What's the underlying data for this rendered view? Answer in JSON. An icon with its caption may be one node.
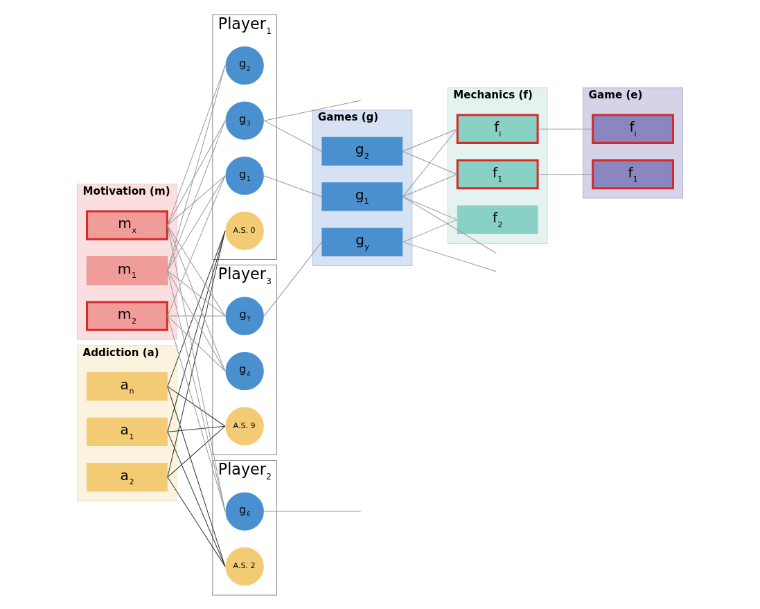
{
  "diagram": {
    "nodes": [
      {
        "text": [
          "Addiction (a)"
        ]
      },
      {
        "text": [
          "a$_{1}$"
        ],
        "in": 0
      },
      {
        "text": [
          "a$_{2}$"
        ],
        "in": 0
      },
      {
        "text": [
          "a$_{n}$"
        ],
        "in": 0
      },
      {
        "text": [
          "Motivation (m)"
        ]
      },
      {
        "text": [
          "m$_{1}$"
        ],
        "in": 4
      },
      {
        "text": [
          "m$_{2}$"
        ],
        "in": 4
      },
      {
        "text": [
          "m$_{x}$"
        ],
        "in": 4
      },
      {
        "text": [
          "Player$_{1}$"
        ]
      },
      {
        "text": [
          "A.S. 0"
        ],
        "in": 8
      },
      {
        "text": [
          "g$_{1}$"
        ],
        "in": 8
      },
      {
        "text": [
          "g$_{2}$"
        ],
        "in": 8
      },
      {
        "text": [
          "g$_{3}$"
        ],
        "in": 8
      },
      {
        "text": [
          "Player$_{2}$"
        ]
      },
      {
        "text": [
          "A.S. 2"
        ],
        "in": 13
      },
      {
        "text": [
          "g$_{6}$"
        ],
        "in": 13
      },
      {
        "text": [
          "Player$_{3}$"
        ]
      },
      {
        "text": [
          "A.S. 9"
        ],
        "in": 16
      },
      {
        "text": [
          "g$_{4}$"
        ],
        "in": 16
      },
      {
        "text": [
          "g$_{Y}$"
        ],
        "in": 16
      },
      {
        "text": [
          "Games (g)"
        ]
      },
      {
        "text": [
          "g$_{1}$"
        ],
        "in": 20
      },
      {
        "text": [
          "g$_{2}$"
        ],
        "in": 20
      },
      {
        "text": [
          "g$_{y}$"
        ],
        "in": 20
      },
      {
        "text": [
          "Mechanics (f)"
        ]
      },
      {
        "text": [
          "f$_{1}$"
        ],
        "in": 24
      },
      {
        "text": [
          "f$_{2}$"
        ],
        "in": 24
      },
      {
        "text": [
          "f$_{i}$"
        ],
        "in": 24
      },
      {
        "text": [
          "Game (e)"
        ]
      },
      {
        "text": [
          "f$_{1}$"
        ],
        "in": 28
      },
      {
        "text": [
          "f$_{i}$"
        ],
        "in": 28
      }
    ],
    "edges": [
      {
        "from": 1,
        "to": 9,
        "arrow": "none",
        "color": "#333333"
      },
      {
        "from": 1,
        "to": 14,
        "arrow": "none",
        "color": "#333333"
      },
      {
        "from": 1,
        "to": 17,
        "arrow": "none",
        "color": "#333333"
      },
      {
        "from": 2,
        "to": 9,
        "arrow": "none",
        "color": "#333333"
      },
      {
        "from": 2,
        "to": 14,
        "arrow": "none",
        "color": "#333333"
      },
      {
        "from": 2,
        "to": 17,
        "arrow": "none",
        "color": "#333333"
      },
      {
        "from": 3,
        "to": 9,
        "arrow": "none",
        "color": "#333333"
      },
      {
        "from": 3,
        "to": 14,
        "arrow": "none",
        "color": "#333333"
      },
      {
        "from": 3,
        "to": 17,
        "arrow": "none",
        "color": "#333333"
      },
      {
        "from": 5,
        "to": 10,
        "arrow": "none"
      },
      {
        "from": 5,
        "to": 11,
        "arrow": "none"
      },
      {
        "from": 5,
        "to": 12,
        "arrow": "none"
      },
      {
        "from": 5,
        "to": 15,
        "arrow": "none"
      },
      {
        "from": 5,
        "to": 18,
        "arrow": "none"
      },
      {
        "from": 5,
        "to": 19,
        "arrow": "none"
      },
      {
        "from": 6,
        "to": 10,
        "arrow": "none"
      },
      {
        "from": 6,
        "to": 15,
        "arrow": "none"
      },
      {
        "from": 6,
        "to": 18,
        "arrow": "none"
      },
      {
        "from": 6,
        "to": 19,
        "arrow": "none"
      },
      {
        "from": 7,
        "to": 10,
        "arrow": "none"
      },
      {
        "from": 7,
        "to": 11,
        "arrow": "none"
      },
      {
        "from": 7,
        "to": 12,
        "arrow": "none"
      },
      {
        "from": 7,
        "to": 15,
        "arrow": "none"
      },
      {
        "from": 7,
        "to": 18,
        "arrow": "none"
      },
      {
        "from": 7,
        "to": 19,
        "arrow": "none"
      },
      {
        "from": 10,
        "to": 21,
        "arrow": "none"
      },
      {
        "from": 12,
        "to": 22,
        "arrow": "none"
      },
      {
        "from": 12,
        "to": null,
        "arrow": "none"
      },
      {
        "from": 15,
        "to": null,
        "arrow": "none"
      },
      {
        "from": 19,
        "to": 23,
        "arrow": "none"
      },
      {
        "from": 21,
        "to": 25,
        "arrow": "none"
      },
      {
        "from": 21,
        "to": 26,
        "arrow": "none"
      },
      {
        "from": 21,
        "to": 27,
        "arrow": "none"
      },
      {
        "from": 21,
        "to": null,
        "arrow": "none"
      },
      {
        "from": 22,
        "to": 25,
        "arrow": "none"
      },
      {
        "from": 22,
        "to": 27,
        "arrow": "none"
      },
      {
        "from": 23,
        "to": 26,
        "arrow": "none"
      },
      {
        "from": 23,
        "to": null,
        "arrow": "none"
      },
      {
        "from": 25,
        "to": 29,
        "arrow": "none"
      },
      {
        "from": 27,
        "to": 30,
        "arrow": "none"
      }
    ]
  }
}
